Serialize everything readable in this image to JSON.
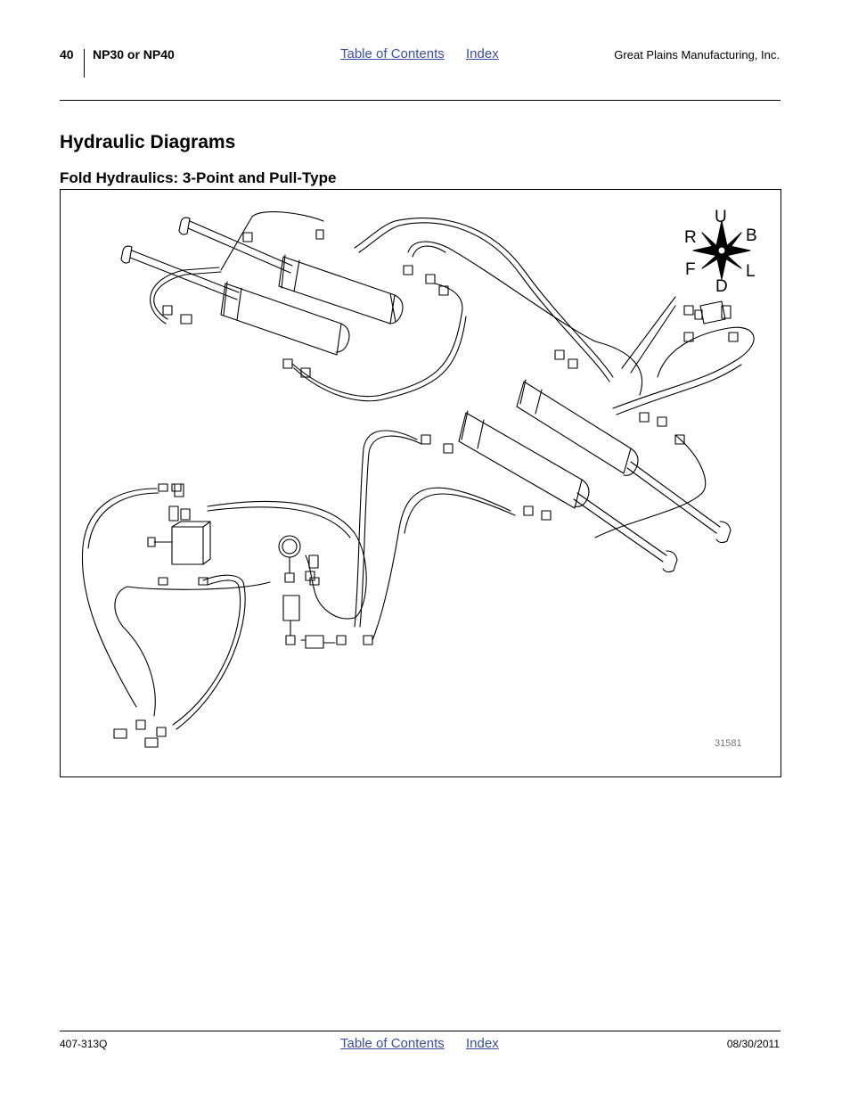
{
  "header": {
    "page_number": "40",
    "model": "NP30 or NP40",
    "toc_link": "Table of Contents",
    "index_link": "Index",
    "company": "Great Plains Manufacturing, Inc."
  },
  "main": {
    "section_title": "Hydraulic Diagrams",
    "subsection_title": "Fold Hydraulics: 3-Point and Pull-Type",
    "figure": {
      "figure_number": "31581",
      "compass": {
        "up": "U",
        "right": "R",
        "back": "B",
        "front": "F",
        "left": "L",
        "down": "D"
      }
    }
  },
  "footer": {
    "doc_number": "407-313Q",
    "toc_link": "Table of Contents",
    "index_link": "Index",
    "date": "08/30/2011"
  },
  "colors": {
    "link": "#3b4ea3",
    "line": "#000000"
  }
}
